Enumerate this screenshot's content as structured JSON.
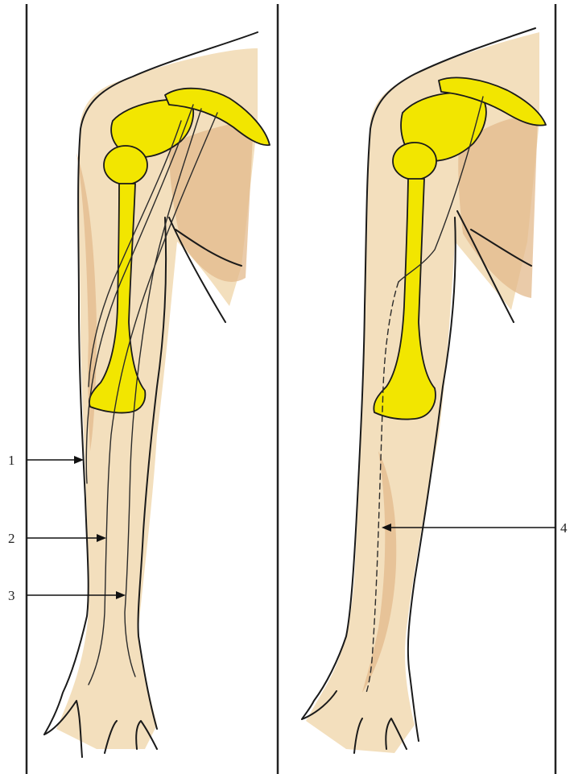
{
  "figure": {
    "labels": [
      "1",
      "2",
      "3",
      "4"
    ],
    "colors": {
      "bone": "#f2e600",
      "skin": "#f3dfbd",
      "shading": "#e3b98c",
      "line": "#1a1a1a",
      "background": "#ffffff"
    }
  }
}
